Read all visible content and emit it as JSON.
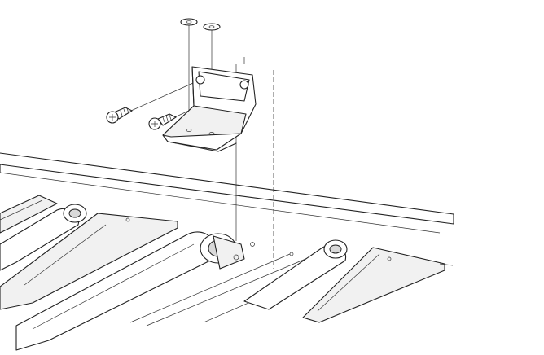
{
  "diagram": {
    "kind": "exploded assembly line drawing",
    "colors": {
      "line": "#222222",
      "background": "#ffffff",
      "shade": "#d9d9d9"
    },
    "parts": [
      "washer",
      "washer",
      "mounting-bracket",
      "screw",
      "screw",
      "roller",
      "roller",
      "roller",
      "roller",
      "conveyor-frame-rail"
    ]
  }
}
